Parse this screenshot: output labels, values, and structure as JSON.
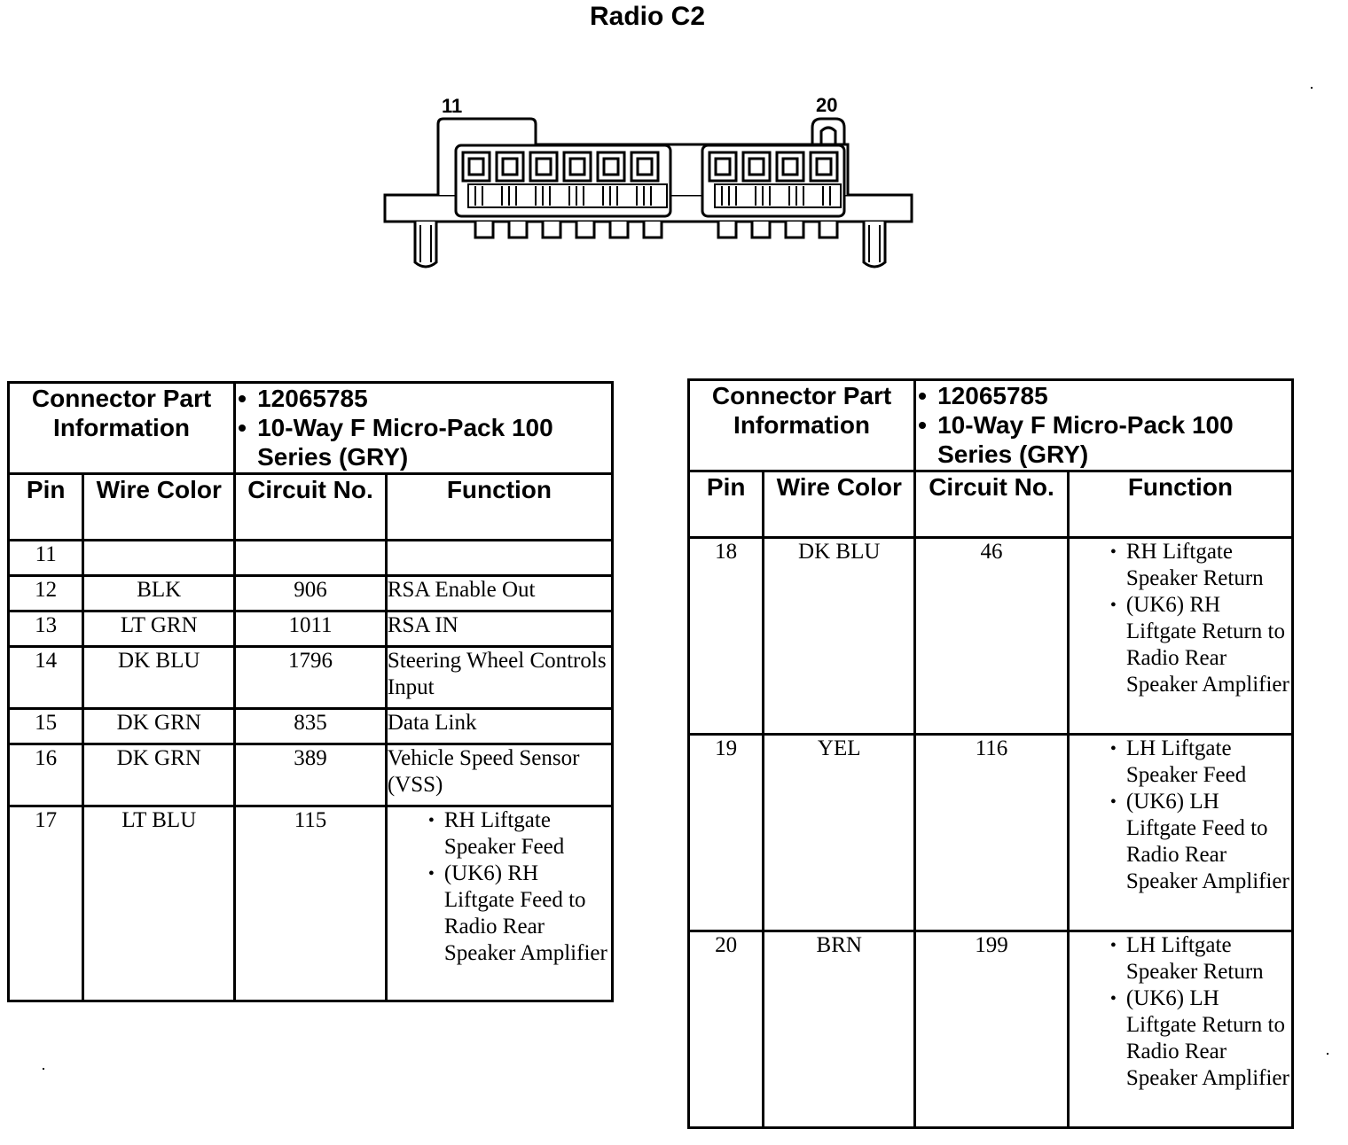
{
  "title": "Radio C2",
  "connector": {
    "pin_left": "11",
    "pin_right": "20"
  },
  "tables": [
    {
      "part_label": "Connector Part Information",
      "part_info": [
        "12065785",
        "10-Way F Micro-Pack 100 Series (GRY)"
      ],
      "headers": {
        "pin": "Pin",
        "wire_color": "Wire Color",
        "circuit": "Circuit No.",
        "function": "Function"
      },
      "rows": [
        {
          "pin": "11",
          "wire": "",
          "circuit": "",
          "function": ""
        },
        {
          "pin": "12",
          "wire": "BLK",
          "circuit": "906",
          "function": "RSA Enable Out"
        },
        {
          "pin": "13",
          "wire": "LT GRN",
          "circuit": "1011",
          "function": "RSA IN"
        },
        {
          "pin": "14",
          "wire": "DK BLU",
          "circuit": "1796",
          "function": "Steering Wheel Controls Input"
        },
        {
          "pin": "15",
          "wire": "DK GRN",
          "circuit": "835",
          "function": "Data Link"
        },
        {
          "pin": "16",
          "wire": "DK GRN",
          "circuit": "389",
          "function": "Vehicle Speed Sensor (VSS)"
        },
        {
          "pin": "17",
          "wire": "LT BLU",
          "circuit": "115",
          "function_items": [
            "RH Liftgate Speaker Feed",
            "(UK6) RH Liftgate Feed to Radio Rear Speaker Amplifier"
          ]
        }
      ]
    },
    {
      "part_label": "Connector Part Information",
      "part_info": [
        "12065785",
        "10-Way F Micro-Pack 100 Series (GRY)"
      ],
      "headers": {
        "pin": "Pin",
        "wire_color": "Wire Color",
        "circuit": "Circuit No.",
        "function": "Function"
      },
      "rows": [
        {
          "pin": "18",
          "wire": "DK BLU",
          "circuit": "46",
          "function_items": [
            "RH Liftgate Speaker Return",
            "(UK6) RH Liftgate Return to Radio Rear Speaker Amplifier"
          ]
        },
        {
          "pin": "19",
          "wire": "YEL",
          "circuit": "116",
          "function_items": [
            "LH Liftgate Speaker Feed",
            "(UK6) LH Liftgate Feed to Radio Rear Speaker Amplifier"
          ]
        },
        {
          "pin": "20",
          "wire": "BRN",
          "circuit": "199",
          "function_items": [
            "LH Liftgate Speaker Return",
            "(UK6) LH Liftgate Return to Radio Rear Speaker Amplifier"
          ]
        }
      ]
    }
  ]
}
